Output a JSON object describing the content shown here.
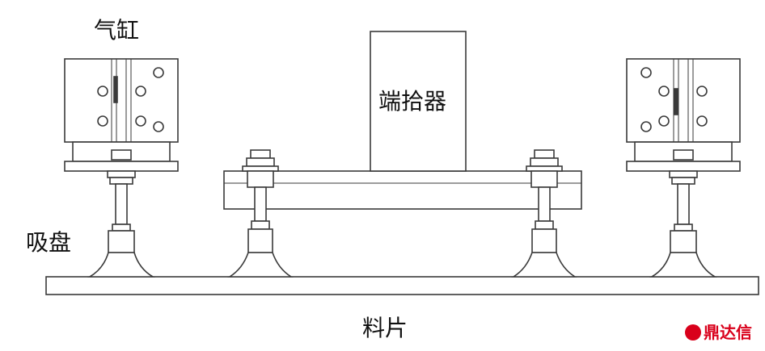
{
  "labels": {
    "cylinder": "气缸",
    "end_effector": "端拾器",
    "suction_cup": "吸盘",
    "sheet": "料片"
  },
  "watermark": {
    "text": "鼎达信",
    "color": "#d9001b"
  },
  "colors": {
    "line": "#3a3a3a",
    "fill": "#ffffff"
  }
}
